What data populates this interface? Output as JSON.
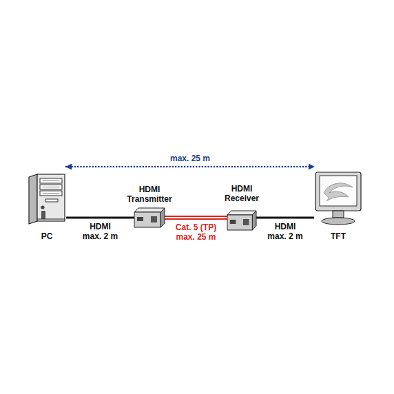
{
  "diagram": {
    "nodes": [
      {
        "text": [
          "PC"
        ]
      },
      {
        "text": [
          "HDMI Transmitter"
        ]
      },
      {
        "text": [
          "HDMI Receiver"
        ]
      },
      {
        "text": [
          "TFT"
        ]
      }
    ],
    "edges": [
      {
        "from": 0,
        "to": 3,
        "arrow": "both",
        "label": "max. 25 m"
      },
      {
        "from": 0,
        "to": 1,
        "arrow": "none",
        "label": "HDMI max. 2 m"
      },
      {
        "from": 1,
        "to": 2,
        "arrow": "none",
        "label": "Cat. 5 (TP) max. 25 m"
      },
      {
        "from": 2,
        "to": 3,
        "arrow": "none",
        "label": "HDMI max. 2 m"
      }
    ]
  }
}
